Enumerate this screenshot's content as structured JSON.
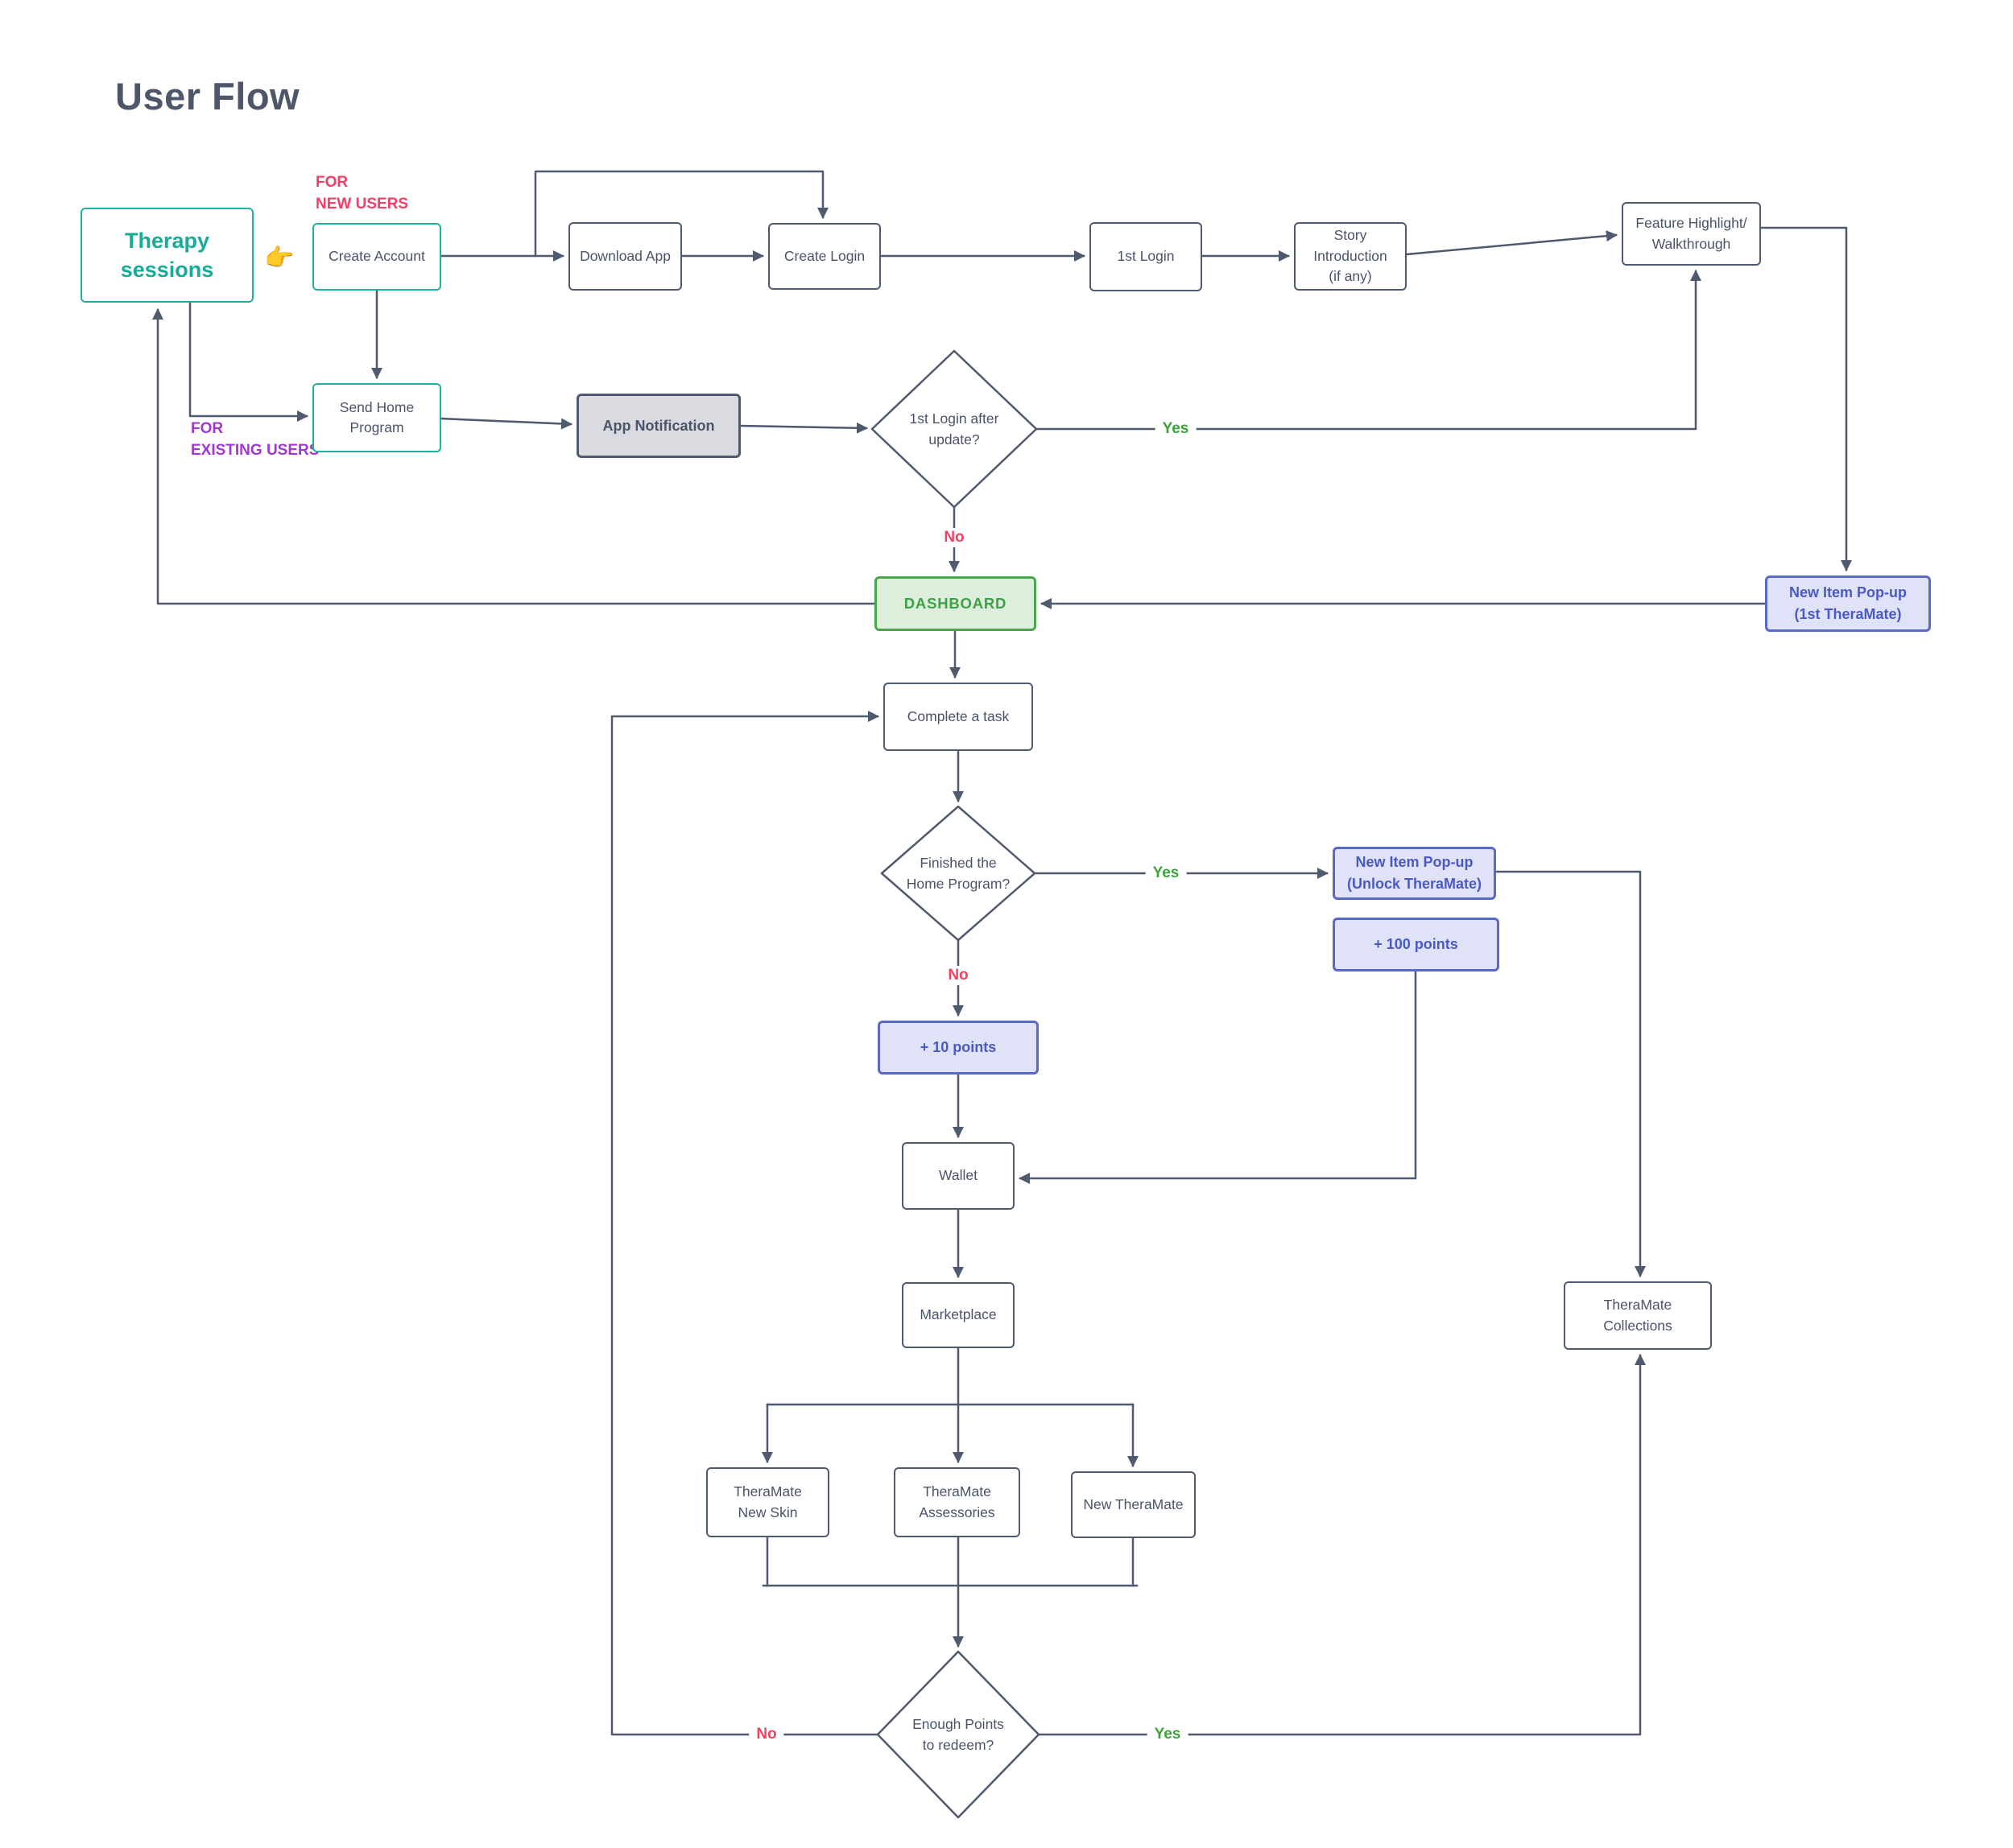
{
  "title": "User Flow",
  "annotations": {
    "for_new_users": "FOR\nNEW USERS",
    "for_existing_users": "FOR\nEXISTING USERS",
    "pointer": "👉"
  },
  "edge_labels": {
    "update_yes": "Yes",
    "update_no": "No",
    "finished_yes": "Yes",
    "finished_no": "No",
    "points_yes": "Yes",
    "points_no": "No"
  },
  "nodes": {
    "therapy": {
      "label": "Therapy\nsessions"
    },
    "create_account": {
      "label": "Create Account"
    },
    "download_app": {
      "label": "Download App"
    },
    "create_login": {
      "label": "Create Login"
    },
    "first_login": {
      "label": "1st Login"
    },
    "story_introduction": {
      "label": "Story Introduction\n(if any)"
    },
    "feature_highlight": {
      "label": "Feature Highlight/\nWalkthrough"
    },
    "send_home_program": {
      "label": "Send Home\nProgram"
    },
    "app_notification": {
      "label": "App Notification"
    },
    "login_after_update": {
      "label": "1st Login after\nupdate?"
    },
    "dashboard": {
      "label": "DASHBOARD"
    },
    "new_item_popup_first": {
      "label": "New Item Pop-up\n(1st TheraMate)"
    },
    "complete_task": {
      "label": "Complete a task"
    },
    "finished_home_program": {
      "label": "Finished the\nHome Program?"
    },
    "new_item_popup_unlock": {
      "label": "New Item Pop-up\n(Unlock TheraMate)"
    },
    "plus_100_points": {
      "label": "+ 100 points"
    },
    "plus_10_points": {
      "label": "+ 10 points"
    },
    "wallet": {
      "label": "Wallet"
    },
    "marketplace": {
      "label": "Marketplace"
    },
    "theramate_new_skin": {
      "label": "TheraMate\nNew Skin"
    },
    "theramate_assessories": {
      "label": "TheraMate\nAssessories"
    },
    "new_theramate": {
      "label": "New TheraMate"
    },
    "theramate_collections": {
      "label": "TheraMate\nCollections"
    }
  },
  "colors": {
    "line": "#4F5A6E",
    "box_border": "#4E5A70",
    "text": "#49536A",
    "teal": "#1FB2A1",
    "green": "#3DA244",
    "green_fill": "#DDEEDD",
    "green_border": "#4AA64E",
    "indigo_border": "#5A68C8",
    "indigo_text": "#4A5AC4",
    "indigo_fill": "#E0E3F8",
    "pink": "#F63D66",
    "purple": "#A236D2",
    "gray_fill": "#D9DBE0"
  }
}
